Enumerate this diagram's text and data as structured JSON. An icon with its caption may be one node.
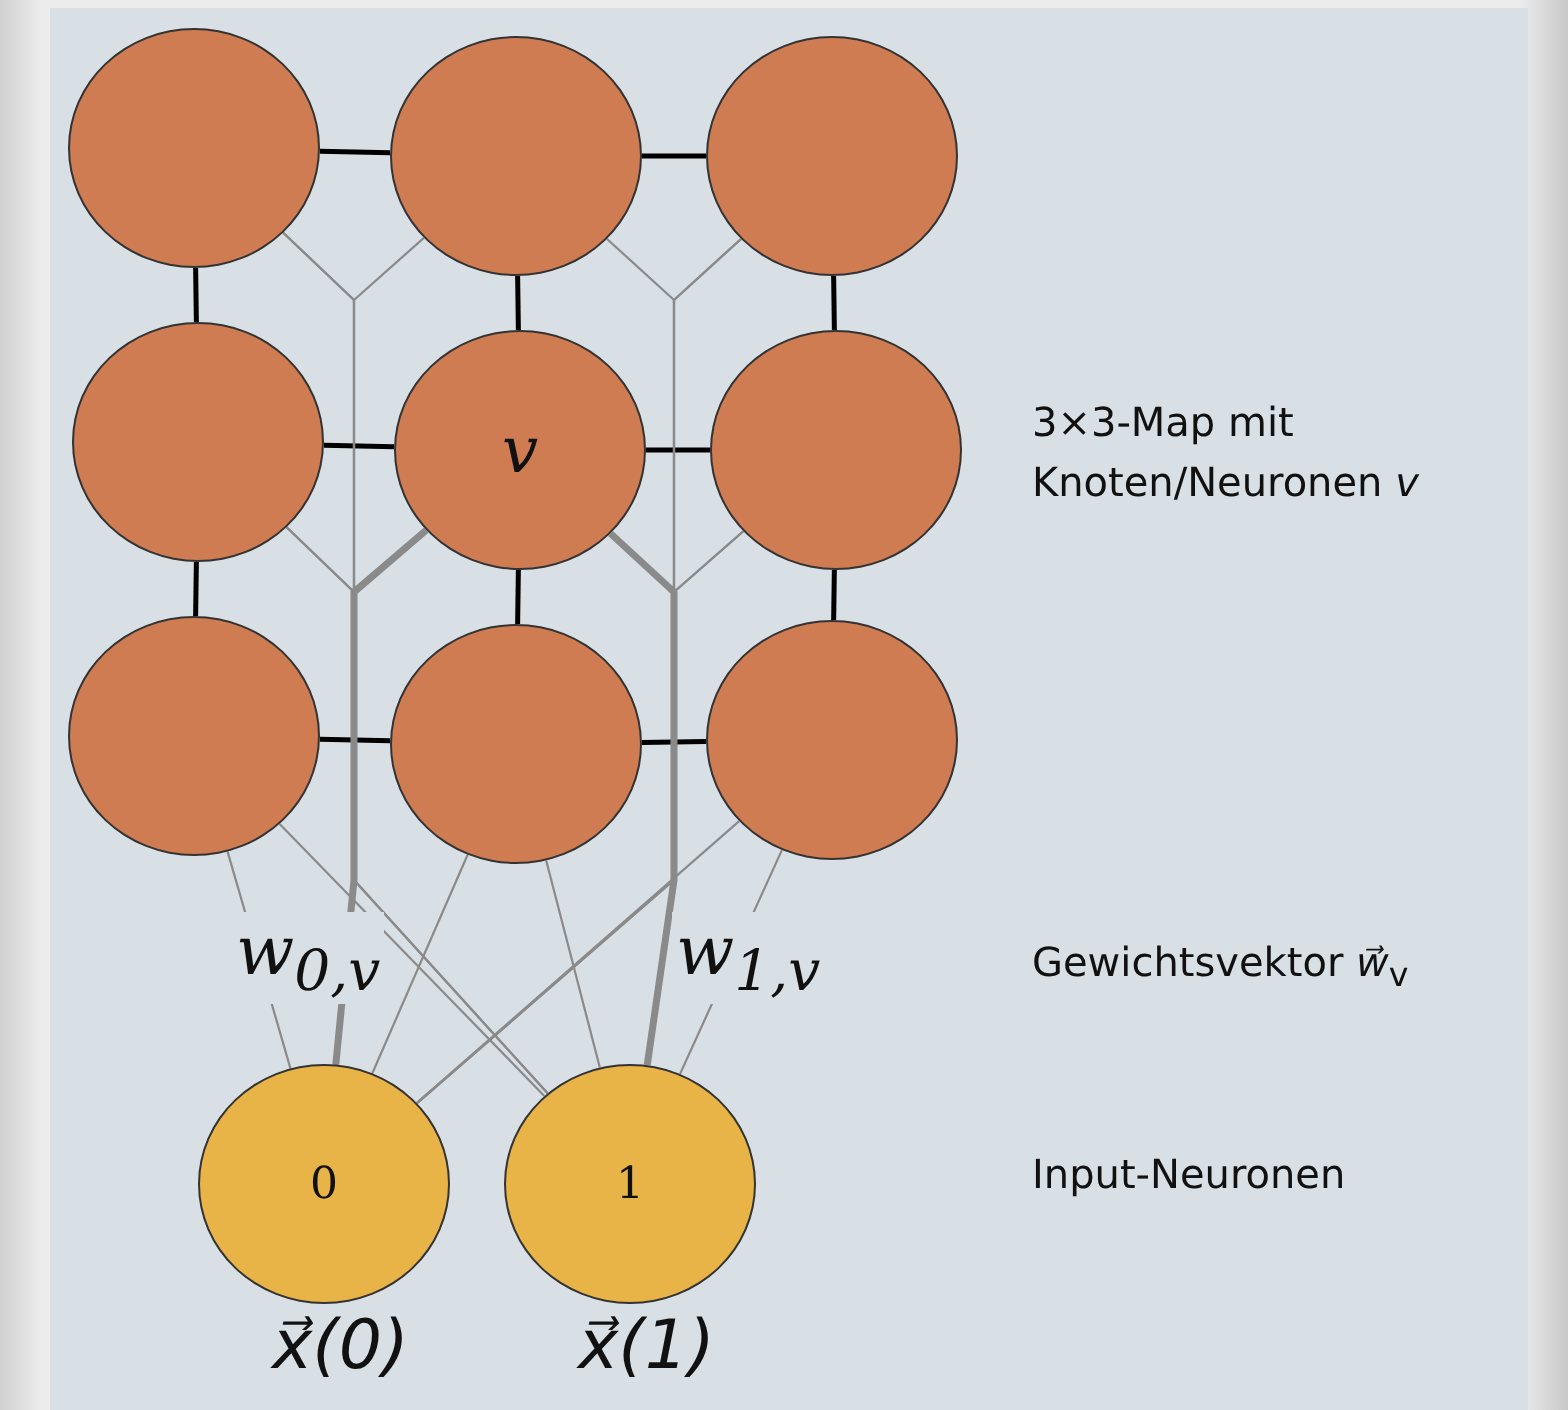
{
  "diagram": {
    "nodes": [
      {
        "text": [],
        "shape": "circle"
      },
      {
        "text": [],
        "shape": "circle"
      },
      {
        "text": [],
        "shape": "circle"
      },
      {
        "text": [],
        "shape": "circle"
      },
      {
        "text": [
          "v"
        ]
      },
      {
        "text": [],
        "shape": "circle"
      },
      {
        "text": [],
        "shape": "circle"
      },
      {
        "text": [],
        "shape": "circle"
      },
      {
        "text": [],
        "shape": "circle"
      },
      {
        "text": [
          "0"
        ],
        "beside": [
          "x⃗(0)"
        ]
      },
      {
        "text": [
          "1"
        ],
        "beside": [
          "x⃗(1)"
        ]
      }
    ],
    "edges": [
      {
        "from": 0,
        "to": 1,
        "arrow": "none",
        "color": "#000000"
      },
      {
        "from": 1,
        "to": 2,
        "arrow": "none",
        "color": "#000000"
      },
      {
        "from": 3,
        "to": 4,
        "arrow": "none",
        "color": "#000000"
      },
      {
        "from": 4,
        "to": 5,
        "arrow": "none",
        "color": "#000000"
      },
      {
        "from": 6,
        "to": 7,
        "arrow": "none",
        "color": "#000000"
      },
      {
        "from": 7,
        "to": 8,
        "arrow": "none",
        "color": "#000000"
      },
      {
        "from": 0,
        "to": 3,
        "arrow": "none",
        "color": "#000000"
      },
      {
        "from": 3,
        "to": 6,
        "arrow": "none",
        "color": "#000000"
      },
      {
        "from": 1,
        "to": 4,
        "arrow": "none",
        "color": "#000000"
      },
      {
        "from": 4,
        "to": 7,
        "arrow": "none",
        "color": "#000000"
      },
      {
        "from": 2,
        "to": 5,
        "arrow": "none",
        "color": "#000000"
      },
      {
        "from": 5,
        "to": 8,
        "arrow": "none",
        "color": "#000000"
      },
      {
        "from": 9,
        "to": 0,
        "arrow": "none"
      },
      {
        "from": 9,
        "to": 1,
        "arrow": "none"
      },
      {
        "from": 9,
        "to": 2,
        "arrow": "none"
      },
      {
        "from": 9,
        "to": 3,
        "arrow": "none"
      },
      {
        "from": 9,
        "to": 4,
        "arrow": "none",
        "style": "thick"
      },
      {
        "from": 9,
        "to": 5,
        "arrow": "none"
      },
      {
        "from": 9,
        "to": 6,
        "arrow": "none"
      },
      {
        "from": 9,
        "to": 7,
        "arrow": "none"
      },
      {
        "from": 9,
        "to": 8,
        "arrow": "none"
      },
      {
        "from": 10,
        "to": 0,
        "arrow": "none"
      },
      {
        "from": 10,
        "to": 1,
        "arrow": "none"
      },
      {
        "from": 10,
        "to": 2,
        "arrow": "none"
      },
      {
        "from": 10,
        "to": 3,
        "arrow": "none"
      },
      {
        "from": 10,
        "to": 4,
        "arrow": "none",
        "style": "thick"
      },
      {
        "from": 10,
        "to": 5,
        "arrow": "none"
      },
      {
        "from": 10,
        "to": 6,
        "arrow": "none"
      },
      {
        "from": 10,
        "to": 7,
        "arrow": "none"
      },
      {
        "from": 10,
        "to": 8,
        "arrow": "none"
      }
    ],
    "labels": [
      "3×3-Map mit Knoten/Neuronen *v*",
      "w$_{0,v}$",
      "w$_{1,v}$",
      "Gewichtsvektor *w⃗*$_{v}$",
      "Input-Neuronen"
    ]
  }
}
